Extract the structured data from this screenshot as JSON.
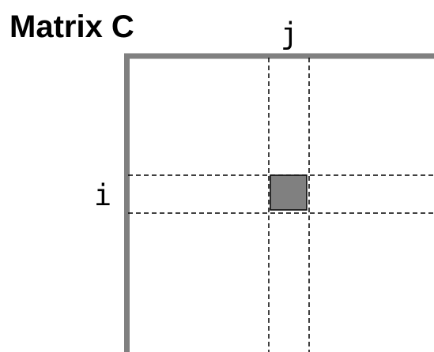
{
  "title": "Matrix C",
  "labels": {
    "column_index": "j",
    "row_index": "i"
  },
  "colors": {
    "matrix_border": "#808080",
    "highlight_fill": "#808080",
    "guide_stroke": "#000000",
    "text": "#000000",
    "background": "#ffffff"
  }
}
